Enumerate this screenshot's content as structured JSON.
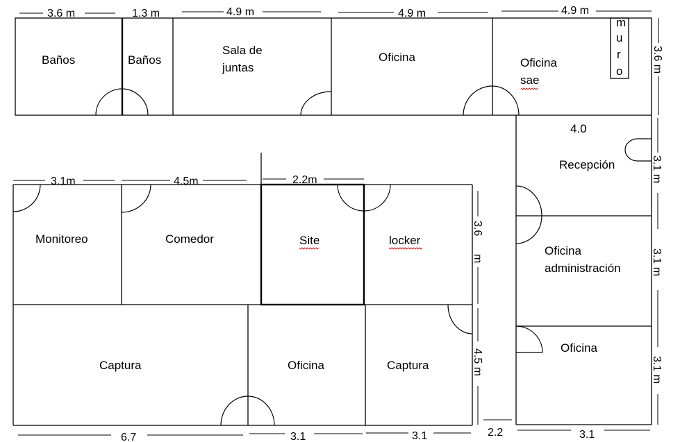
{
  "rooms": {
    "banos_1": "Baños",
    "banos_2": "Baños",
    "sala_juntas_l1": "Sala de",
    "sala_juntas_l2": "juntas",
    "oficina_top": "Oficina",
    "oficina_sae_l1": "Oficina",
    "oficina_sae_l2": "sae",
    "muro_letters": [
      "m",
      "u",
      "r",
      "o"
    ],
    "recepcion": "Recepción",
    "recepcion_value": "4.0",
    "oficina_admin_l1": "Oficina",
    "oficina_admin_l2": "administración",
    "oficina_right": "Oficina",
    "monitoreo": "Monitoreo",
    "comedor": "Comedor",
    "site": "Site",
    "locker": "locker",
    "captura_left": "Captura",
    "oficina_bottom": "Oficina",
    "captura_right": "Captura"
  },
  "dimensions": {
    "top": [
      "3.6 m",
      "1.3 m",
      "4.9 m",
      "4.9 m",
      "4.9 m"
    ],
    "right_top": "3.6 m",
    "right_side": [
      "3.1 m",
      "3.1 m",
      "3.1 m"
    ],
    "middle_row": [
      "3.1m",
      "4.5m",
      "2.2m"
    ],
    "locker_side_1": "3.6",
    "locker_side_2": "m",
    "captura_side": "4.5 m",
    "bottom": [
      "6.7",
      "3.1",
      "3.1",
      "2.2",
      "3.1"
    ]
  }
}
